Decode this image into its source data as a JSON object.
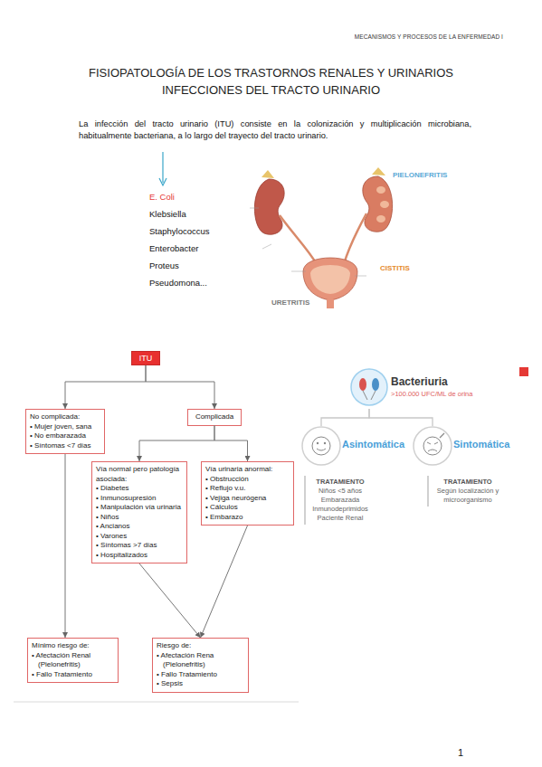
{
  "diagram": {
    "title": "FISIOPATOLOGÍA DE LOS TRASTORNOS RENALES Y URINARIOS",
    "nodes": [
      {
        "text": [
          "ITU"
        ]
      },
      {
        "text": [
          "No complicada:",
          "• Mujer joven, sana",
          "• No embarazada",
          "• Síntomas <7 días"
        ]
      },
      {
        "text": [
          "Complicada"
        ]
      },
      {
        "text": [
          "Vía normal pero patología asociada:",
          "• Diabetes",
          "• Inmunosupresión",
          "• Manipulación vía urinaria",
          "• Niños",
          "• Ancianos",
          "• Varones",
          "• Síntomas >7 días",
          "• Hospitalizados"
        ]
      },
      {
        "text": [
          "Vía urinaria anormal:",
          "• Obstrucción",
          "• Reflujo v.u.",
          "• Vejiga neurógena",
          "• Cálculos",
          "• Embarazo"
        ]
      },
      {
        "text": [
          "Mínimo riesgo de:",
          "• Afectación Renal (Pielonefritis)",
          "• Fallo Tratamiento"
        ]
      },
      {
        "text": [
          "Riesgo de:",
          "• Afectación Rena (Pielonefritis)",
          "• Fallo Tratamiento",
          "• Sepsis"
        ]
      },
      {
        "text": [
          "Bacteriuria",
          ">100.000 UFC/ML de orina"
        ]
      },
      {
        "text": [
          "Asintomática"
        ]
      },
      {
        "text": [
          "Sintomática"
        ]
      },
      {
        "text": [
          "TRATAMIENTO",
          "Niños <5 años",
          "Embarazada",
          "Inmunodeprimidos",
          "Paciente Renal"
        ]
      },
      {
        "text": [
          "TRATAMIENTO",
          "Según localización y microorganismo"
        ]
      }
    ],
    "edges": [
      {
        "from": 0,
        "to": 1,
        "arrow": "to"
      },
      {
        "from": 0,
        "to": 2,
        "arrow": "to"
      },
      {
        "from": 2,
        "to": 3,
        "arrow": "to"
      },
      {
        "from": 2,
        "to": 4,
        "arrow": "to"
      },
      {
        "from": 1,
        "to": 5,
        "arrow": "to"
      },
      {
        "from": 3,
        "to": 6,
        "arrow": "to"
      },
      {
        "from": 4,
        "to": 6,
        "arrow": "to"
      },
      {
        "from": 7,
        "to": 8,
        "arrow": "none"
      },
      {
        "from": 7,
        "to": 9,
        "arrow": "none"
      }
    ],
    "labels": [
      "MECANISMOS Y PROCESOS DE LA ENFERMEDAD I",
      "INFECCIONES DEL TRACTO URINARIO",
      "La infección del tracto urinario (ITU) consiste en la colonización y multiplicación microbiana, habitualmente bacteriana, a lo largo del trayecto del tracto urinario.",
      "E. Coli",
      "Klebsiella",
      "Staphylococcus",
      "Enterobacter",
      "Proteus",
      "Pseudomona...",
      "PIELONEFRITIS",
      "CISTITIS",
      "URETRITIS",
      "1"
    ]
  }
}
